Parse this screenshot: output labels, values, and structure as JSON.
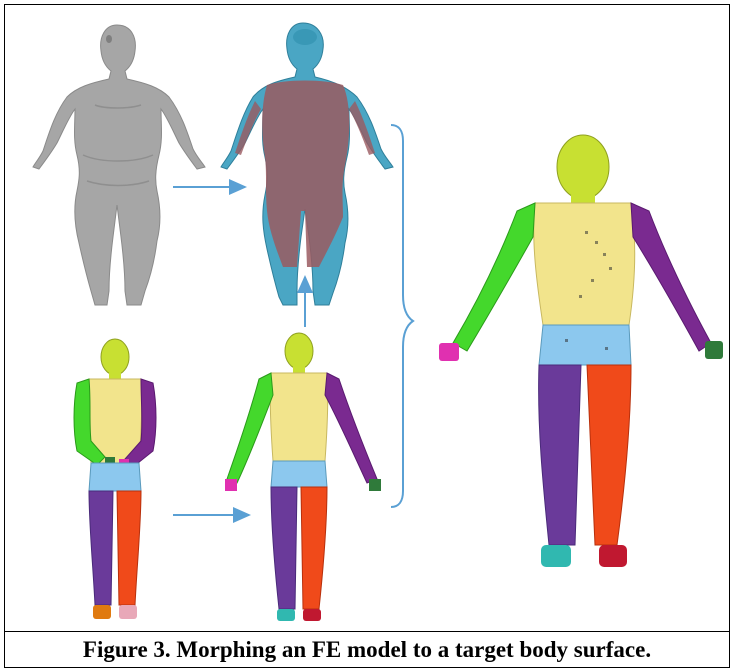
{
  "caption": "Figure 3. Morphing an FE model to a target body surface.",
  "colors": {
    "target_scan": "#a6a6a6",
    "overlay_cyan": "#4aa6c4",
    "overlay_red": "#9a5a60",
    "head": "#c8e032",
    "torso": "#f2e48c",
    "pelvis": "#8cc8ee",
    "right_arm": "#44d82c",
    "left_arm": "#7a2a90",
    "right_leg": "#6a3a9a",
    "left_leg": "#f04a1a",
    "hand_magenta": "#e030b0",
    "hand_green": "#2f7a3a",
    "arrow": "#5aa0d4",
    "bracket": "#5aa0d4"
  },
  "figures": [
    {
      "id": "target-scan",
      "style": "scan"
    },
    {
      "id": "overlay-model",
      "style": "overlay"
    },
    {
      "id": "baseline-model",
      "style": "segmented"
    },
    {
      "id": "positioned-model",
      "style": "segmented"
    },
    {
      "id": "morphed-model",
      "style": "segmented"
    }
  ]
}
